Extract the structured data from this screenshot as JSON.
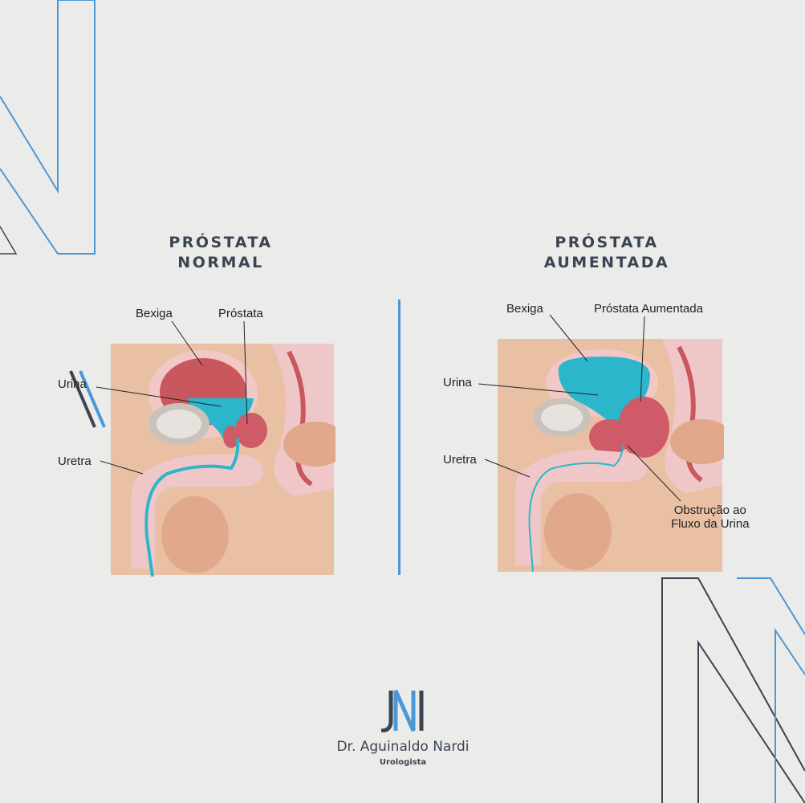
{
  "colors": {
    "navy": "#3b4452",
    "accent_blue": "#4a98d6",
    "urine": "#2bb6cc",
    "skin": "#e9c0a3",
    "organ_pink": "#f0c7c9",
    "bladder_red": "#c8585d",
    "prostate": "#cf5a68"
  },
  "left_panel": {
    "title_line1": "PRÓSTATA",
    "title_line2": "NORMAL",
    "labels": {
      "bexiga": "Bexiga",
      "prostata": "Próstata",
      "urina": "Urina",
      "uretra": "Uretra"
    }
  },
  "right_panel": {
    "title_line1": "PRÓSTATA",
    "title_line2": "AUMENTADA",
    "labels": {
      "bexiga": "Bexiga",
      "prostata": "Próstata Aumentada",
      "urina": "Urina",
      "uretra": "Uretra",
      "obstrucao_line1": "Obstrução ao",
      "obstrucao_line2": "Fluxo da Urina"
    }
  },
  "brand": {
    "name": "Dr. Aguinaldo Nardi",
    "role": "Urologista",
    "logo_icon": "jn-monogram-icon"
  }
}
